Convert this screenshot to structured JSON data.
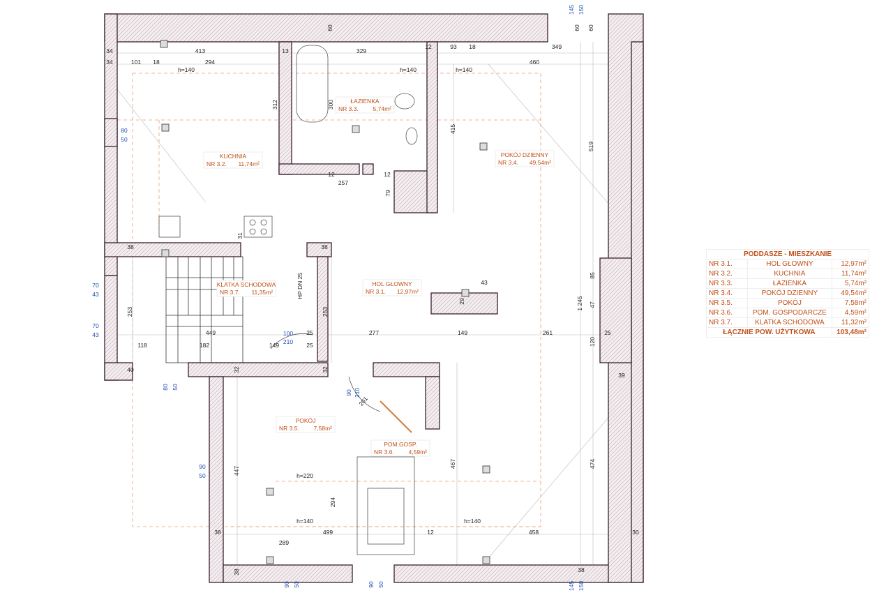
{
  "rooms": [
    {
      "name": "KUCHNIA",
      "nr": "NR 3.2.",
      "area": "11,74m²"
    },
    {
      "name": "ŁAZIENKA",
      "nr": "NR 3.3.",
      "area": "5,74m²"
    },
    {
      "name": "POKÓJ DZIENNY",
      "nr": "NR 3.4.",
      "area": "49,54m²"
    },
    {
      "name": "KLATKA SCHODOWA",
      "nr": "NR 3.7.",
      "area": "11,35m²"
    },
    {
      "name": "HOL GŁOWNY",
      "nr": "NR 3.1.",
      "area": "12,97m²"
    },
    {
      "name": "POKÓJ",
      "nr": "NR 3.5.",
      "area": "7,58m²"
    },
    {
      "name": "POM.GOSP.",
      "nr": "NR 3.6.",
      "area": "4,59m²"
    }
  ],
  "dimensions": [
    "34",
    "413",
    "13",
    "329",
    "12",
    "93",
    "18",
    "349",
    "60",
    "60",
    "60",
    "34",
    "101",
    "18",
    "294",
    "460",
    "h=140",
    "h=140",
    "h=140",
    "312",
    "300",
    "415",
    "519",
    "12",
    "257",
    "12",
    "79",
    "31",
    "38",
    "38",
    "85",
    "47",
    "43",
    "29",
    "1 245",
    "253",
    "253",
    "HP DN 25",
    "449",
    "277",
    "149",
    "261",
    "120",
    "25",
    "25",
    "25",
    "149",
    "118",
    "182",
    "40",
    "32",
    "32",
    "39",
    "201",
    "447",
    "467",
    "474",
    "294",
    "h=220",
    "h=140",
    "h=140",
    "38",
    "499",
    "12",
    "458",
    "30",
    "289",
    "38",
    "38"
  ],
  "window_labels": [
    "145",
    "150",
    "80",
    "50",
    "70",
    "43",
    "70",
    "43",
    "80",
    "50",
    "100",
    "210",
    "90",
    "210",
    "90",
    "50",
    "90",
    "50",
    "90",
    "50",
    "145",
    "150"
  ],
  "area_table": {
    "title": "PODDASZE - MIESZKANIE",
    "rows": [
      {
        "nr": "NR 3.1.",
        "name": "HOL GŁOWNY",
        "area": "12,97m²"
      },
      {
        "nr": "NR 3.2.",
        "name": "KUCHNIA",
        "area": "11,74m²"
      },
      {
        "nr": "NR 3.3.",
        "name": "ŁAZIENKA",
        "area": "5,74m²"
      },
      {
        "nr": "NR 3.4.",
        "name": "POKÓJ DZIENNY",
        "area": "49,54m²"
      },
      {
        "nr": "NR 3.5.",
        "name": "POKÓJ",
        "area": "7,58m²"
      },
      {
        "nr": "NR 3.6.",
        "name": "POM. GOSPODARCZE",
        "area": "4,59m²"
      },
      {
        "nr": "NR 3.7.",
        "name": "KLATKA SCHODOWA",
        "area": "11,32m²"
      }
    ],
    "total_label": "ŁĄCZNIE POW. UŻYTKOWA",
    "total_area": "103,48m²"
  },
  "colors": {
    "wall": "#5a2a45",
    "room_label": "#c0501a",
    "window_label": "#1f4fb5",
    "dashed": "#e8a07a"
  }
}
